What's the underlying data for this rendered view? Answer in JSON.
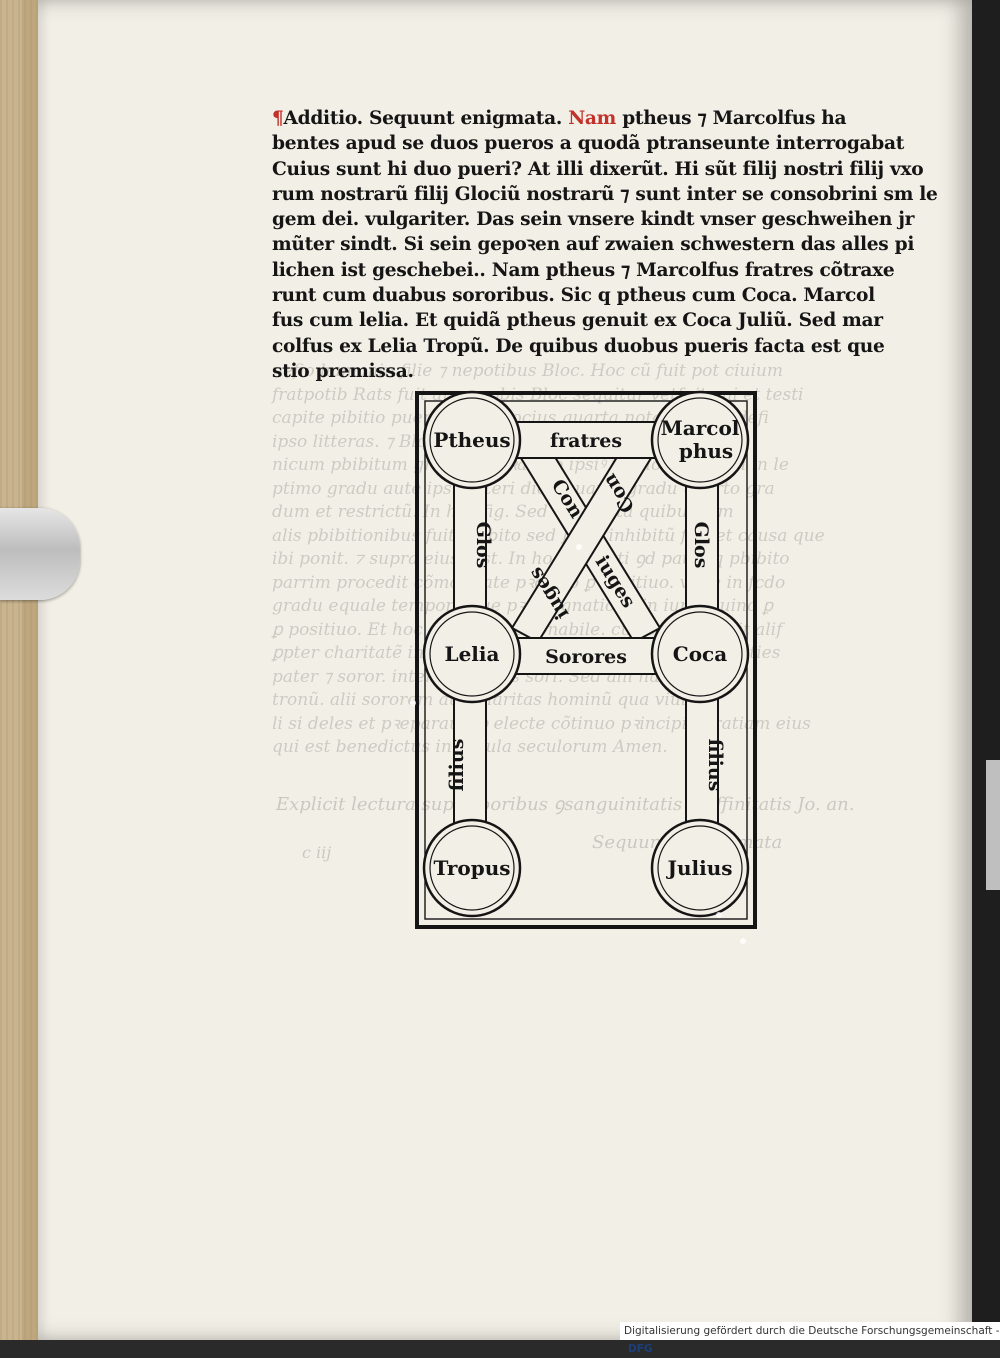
{
  "text_lines": [
    [
      "Additio. Sequunt enigmata. ",
      "Nam",
      " ptheus ⁊ Marcolfus ha"
    ],
    [
      "bentes apud se duos pueros a quodã ptranseunte interrogabat"
    ],
    [
      "Cuius sunt hi duo pueri? At illi dixerũt. Hi sũt filij nostri filij vxo"
    ],
    [
      "rum nostrarũ filij Glociũ nostrarũ ⁊ sunt inter se consobrini sm le"
    ],
    [
      "gem dei. vulgariter. Das sein vnsere kindt vnser geschweihen jr"
    ],
    [
      "mũter sindt. Si sein gepoꝛen auf zwaien schwestern das alles pi"
    ],
    [
      "lichen ist geschebei.. Nam ptheus ⁊ Marcolfus fratres cõtraxe"
    ],
    [
      "runt cum duabus sororibus. Sic q ptheus cum Coca. Marcol"
    ],
    [
      "fus cum lelia. Et quidã ptheus genuit ex Coca Juliũ. Sed mar"
    ],
    [
      "colfus ex Lelia Tropũ. De quibus duobus pueris facta est que"
    ],
    [
      "stio premissa."
    ]
  ],
  "show_through_lines": [
    "nefio hamanin filie ⁊ nepotibus Bloc. Hoc cũ fuit pot ciuium",
    "fratpotib Rats fuit anne vobis Bloc sequitur vetfuit vni et testi",
    "capite pibitio pueroꝝ que Blocius quarta notata ꝑ hec defi",
    "ipso litteras. ⁊ Blocius primus ꝑ pibitiõe positiuũ cano",
    "nicum pbibitum gradu. sz bꝛachio ipsiꝰ tercio columpni in le",
    "ptimo gradu aute ipsiꝰ alteri dicit quarto gradu quarto gra",
    "dum et restrictũ. In hac fig. Sed vbi eb ita quibusdam",
    "alis pbibitionibus fuit pbibito sed ꝑhoc inhibitũ fuit et causa que",
    "ibi ponit. ⁊ supra eius. Est. In hoc vtilitati ꝯd pater q pbibito",
    "parrim procedit cõmoditate pꝛopꝛio ꝑ positiuo. vnde in fcdo",
    "gradu equale tempore que pꝛo cognatione in iure diuino ꝑ",
    "ꝑ positiuo. Et hoc est bene rationabile. cũ ꝯsentitur fuit alif",
    "ꝑpter charitatẽ in ipsis fuit pibitioꝑ bonitas soꝛoꝛ ideꝛ eties",
    "pater ⁊ soror. inter sororibus sori. Sed alii habeo pa",
    "tronũ. alii sororem aut charitas hominũ qua viuitur",
    "li si deles et pꝛeparauit ꝑ electe cõtinuo pꝛincipio gratiam eius",
    "qui est benedictus in secula seculorum Amen."
  ],
  "explicit": "Explicit lectura sup arboribus ꝯsanguinitatis ꝑ affinitatis Jo. an.",
  "incipit": "Sequuntur Enigmata",
  "signature": "c iij",
  "figure": {
    "nodes": {
      "ptheus": "Ptheus",
      "marcolphus_1": "Marcol",
      "marcolphus_2": "phus",
      "lelia": "Lelia",
      "coca": "Coca",
      "tropus": "Tropus",
      "julius": "Julius"
    },
    "bars": {
      "top": "fratres",
      "middle": "Sorores",
      "left_upper": "Glos",
      "right_upper": "Glos",
      "left_lower": "filius",
      "right_lower": "filius",
      "diag_a_1": "Con",
      "diag_a_2": "iuges",
      "diag_b_1": "Con",
      "diag_b_2": "iuges"
    }
  },
  "footer": {
    "text": "Digitalisierung gefördert durch die Deutsche Forschungsgemeinschaft -",
    "logo": "DFG"
  },
  "colors": {
    "paper": "#f2efe6",
    "ink": "#151515",
    "rubric_red": "#c3312b"
  }
}
